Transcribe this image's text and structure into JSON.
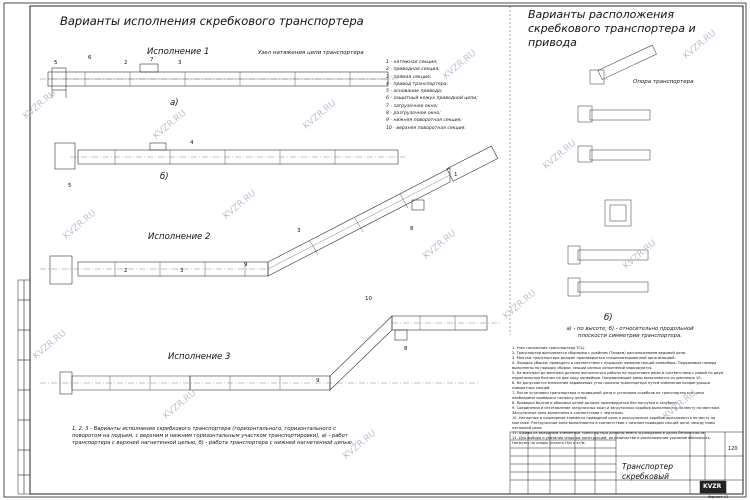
{
  "titles": {
    "main": "Варианты исполнения скребкового транспортера",
    "right": "Варианты расположения скребкового транспортера и привода"
  },
  "executions": {
    "e1": "Исполнение 1",
    "e2": "Исполнение 2",
    "e3": "Исполнение 3",
    "sub_a": "а)",
    "sub_b": "б)",
    "sub_b2": "б)"
  },
  "labels": {
    "tension_unit": "Узел натяжения цепи транспортера",
    "drive_support": "Опора транспортера"
  },
  "legend": [
    "1 - натяжная секция;",
    "2 - приводная секция;",
    "3 - прямая секция;",
    "4 - привод транспортера;",
    "5 - основание привода;",
    "6 - защитный кожух приводной цепи;",
    "7 - загрузочное окно;",
    "8 - разгрузочное окно;",
    "9 - нижняя поворотная секция;",
    "10 - верхняя поворотная секция."
  ],
  "callouts": [
    "1",
    "2",
    "3",
    "4",
    "5",
    "6",
    "7",
    "8",
    "9",
    "10"
  ],
  "note_left": "1, 2, 3 - Варианты исполнения скребкового транспортера (горизонтального, горизонтального с поворотом на подъем, с верхним и нижним горизонтальным участком транспортировки), а) - работ транспортера с верхней нагнетенной цепью, б) - работа транспортера с нижней нагнетенной цепью.",
  "caption_right": "а) - по высоте; б) - относительно продольной плоскости симметрии транспортера.",
  "notes": [
    "1. Узел натяжения транспортера ТСЦ.",
    "2. Транспортер выполняется сборными с крайним (Тандем) расположением ведомой цепи.",
    "3. Монтаж транспортера должен производиться специализированной организацией.",
    "4. Порядок сборки: проводить в соответствии с порядком номеров секций конвейера. Порядковые номера выполнены по порядку сборки, секции разных исполнений маркируются.",
    "5. На монтаже до монтажа должны выполняться работы по подготовке рамы в соответствии с рамой по двум параллельным болтам на две ходу конвейера. Направляющие рамы выполняются из швеллера 10.",
    "6. Не допускается изменение задаваемых угла наклона транспортера путем изменения конфигурации поворотных секций.",
    "7. После установки транспортера и приводной цепи и установки скребков на транспортер все цепи необходимо проверить натяжку цепей.",
    "8. Проверка болтов и обжимки цепей должна производиться без нагрузки и зазубрин.",
    "9. Соединения и изготовление загрузочных окон и загрузочных коробов выполняются по месту на монтаже. Загрузочные окна выполнены в соответствии с чертежом.",
    "10. Натяжные и шарнирные элементы приводной цепи и разгрузочных коробов выполняются по месту на монтаже. Разгрузочные окна выполняются в соответствии с нижним приводом секций цепи, между ними натяжной цепи.",
    "11. Шкивы из выходным элементом транспортера должны иметь ограждения в целях безопасности.",
    "12. Для выбора и указания опорных конструкций, их количества и расположения указание обозначить. Нагрузку на опоры указать Н/м и кг/м."
  ],
  "stamp": {
    "title": "Транспортер скребковый",
    "sheet_num": "120",
    "brand": "KVZR",
    "format": "Формат А1"
  },
  "watermark": "KVZR.RU"
}
